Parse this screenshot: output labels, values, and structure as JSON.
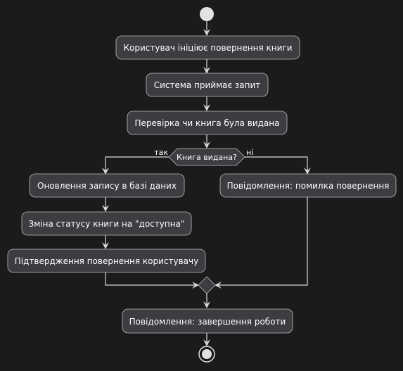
{
  "diagram": {
    "nodes": {
      "initiate": "Користувач ініціює повернення книги",
      "accept": "Система приймає запит",
      "check": "Перевірка чи книга була видана",
      "decision": "Книга видана?",
      "update_db": "Оновлення запису в базі даних",
      "change_status": "Зміна статусу книги на \"доступна\"",
      "confirm": "Підтвердження повернення користувачу",
      "error": "Повідомлення: помилка повернення",
      "finish": "Повідомлення: завершення роботи"
    },
    "branches": {
      "yes": "так",
      "no": "ні"
    }
  }
}
